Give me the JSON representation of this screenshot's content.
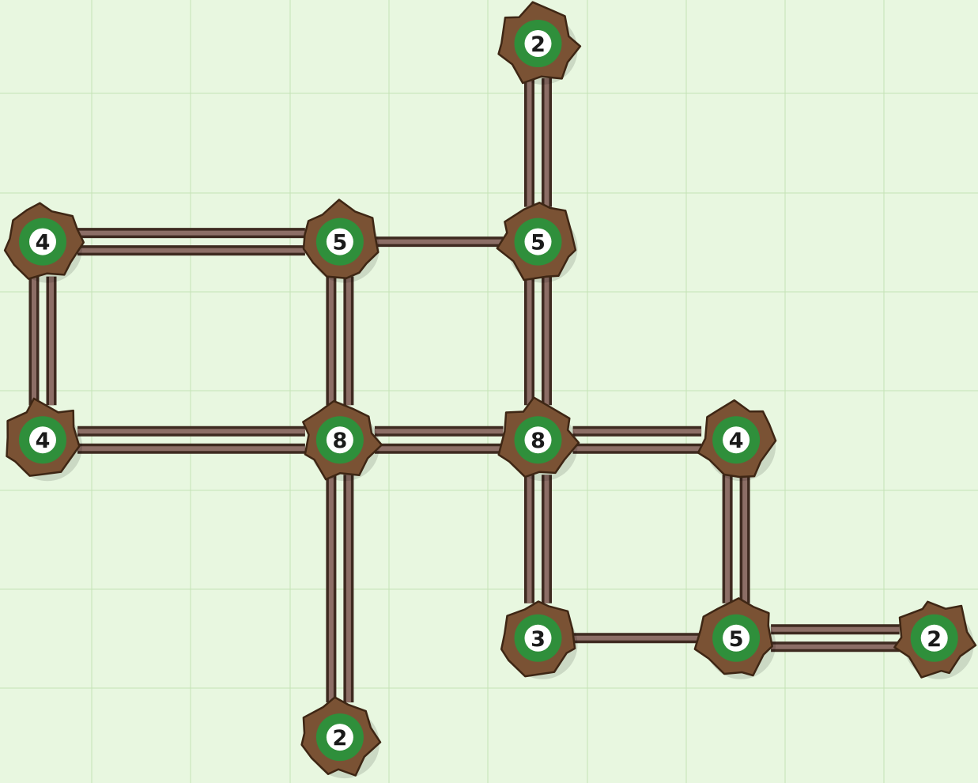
{
  "puzzle": {
    "type": "hashi",
    "grid": {
      "cols": 10,
      "rows": 8
    },
    "colors": {
      "background": "#e8f7e0",
      "grid_line": "#c4e3b6",
      "island_dirt": "#7a5234",
      "island_outline": "#3e2614",
      "island_grass": "#2f8f3b",
      "label_disc": "#ffffff",
      "bridge_outline": "#3e2a20",
      "bridge_fill": "#8c6e66"
    },
    "islands": [
      {
        "id": "a",
        "col": 5,
        "row": 0,
        "value": "2"
      },
      {
        "id": "b",
        "col": 0,
        "row": 2,
        "value": "4"
      },
      {
        "id": "c",
        "col": 3,
        "row": 2,
        "value": "5"
      },
      {
        "id": "d",
        "col": 5,
        "row": 2,
        "value": "5"
      },
      {
        "id": "e",
        "col": 0,
        "row": 4,
        "value": "4"
      },
      {
        "id": "f",
        "col": 3,
        "row": 4,
        "value": "8"
      },
      {
        "id": "g",
        "col": 5,
        "row": 4,
        "value": "8"
      },
      {
        "id": "h",
        "col": 7,
        "row": 4,
        "value": "4"
      },
      {
        "id": "i",
        "col": 5,
        "row": 6,
        "value": "3"
      },
      {
        "id": "j",
        "col": 7,
        "row": 6,
        "value": "5"
      },
      {
        "id": "k",
        "col": 9,
        "row": 6,
        "value": "2"
      },
      {
        "id": "l",
        "col": 3,
        "row": 7,
        "value": "2"
      }
    ],
    "bridges": [
      {
        "from": "a",
        "to": "d",
        "count": 2
      },
      {
        "from": "b",
        "to": "c",
        "count": 2
      },
      {
        "from": "c",
        "to": "d",
        "count": 1
      },
      {
        "from": "b",
        "to": "e",
        "count": 2
      },
      {
        "from": "c",
        "to": "f",
        "count": 2
      },
      {
        "from": "d",
        "to": "g",
        "count": 2
      },
      {
        "from": "e",
        "to": "f",
        "count": 2
      },
      {
        "from": "f",
        "to": "g",
        "count": 2
      },
      {
        "from": "g",
        "to": "h",
        "count": 2
      },
      {
        "from": "f",
        "to": "l",
        "count": 2
      },
      {
        "from": "g",
        "to": "i",
        "count": 2
      },
      {
        "from": "h",
        "to": "j",
        "count": 2
      },
      {
        "from": "i",
        "to": "j",
        "count": 1
      },
      {
        "from": "j",
        "to": "k",
        "count": 2
      }
    ]
  }
}
